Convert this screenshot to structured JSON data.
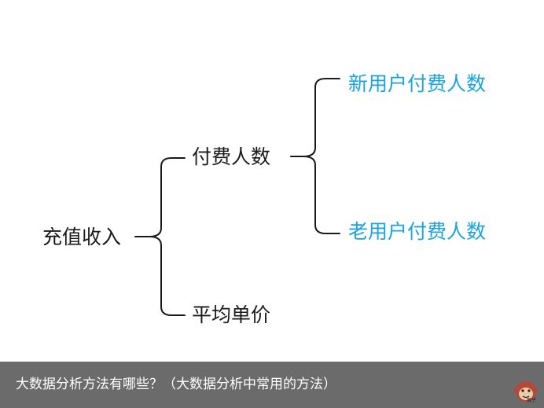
{
  "diagram": {
    "root": "充值收入",
    "branch_paid_users": "付费人数",
    "branch_avg_price": "平均单价",
    "leaf_new_paid_users": "新用户付费人数",
    "leaf_old_paid_users": "老用户付费人数"
  },
  "caption": {
    "text": "大数据分析方法有哪些？（大数据分析中常用的方法）"
  },
  "logo": {
    "icon": "monkey-face-icon",
    "text": "猴子"
  },
  "colors": {
    "line": "#1a1a1a",
    "leaf_text": "#1aa3e0",
    "caption_bar": "#6b6b6b"
  }
}
